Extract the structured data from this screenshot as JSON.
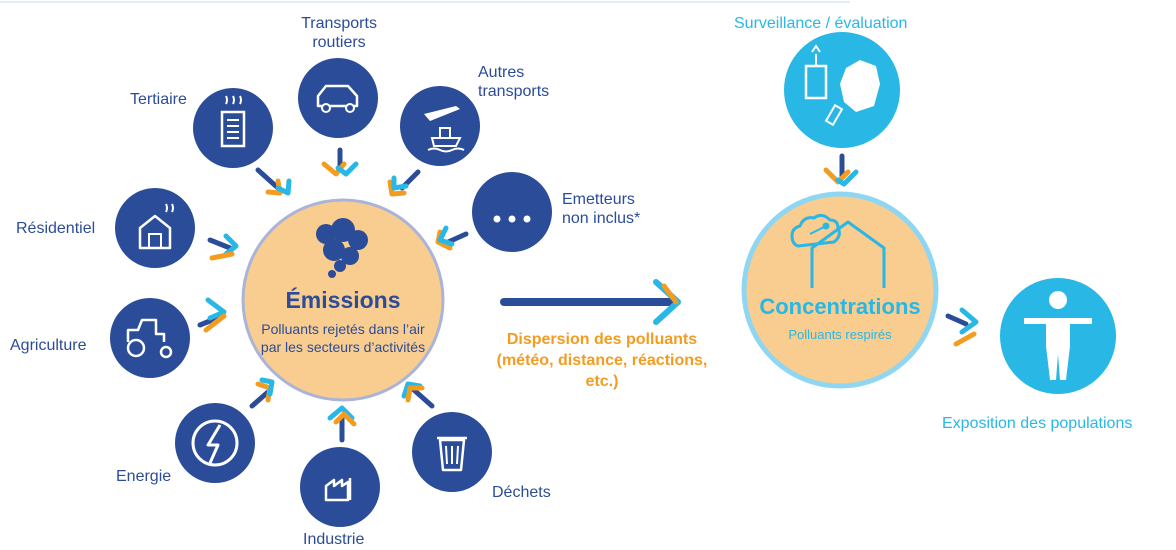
{
  "colors": {
    "navy": "#2b4c98",
    "cyan": "#29b7e6",
    "orange": "#f39c1f",
    "peach": "#f9cd8f",
    "ring": "#aab4d9",
    "light_ring": "#8fd6f2",
    "white": "#ffffff"
  },
  "sources": [
    {
      "id": "tertiaire",
      "label": "Tertiaire",
      "icon": "building-icon"
    },
    {
      "id": "transports-routiers",
      "label": "Transports\nroutiers",
      "icon": "car-icon"
    },
    {
      "id": "autres-transports",
      "label": "Autres\ntransports",
      "icon": "plane-ship-icon"
    },
    {
      "id": "emetteurs",
      "label": "Emetteurs\nnon inclus*",
      "icon": "ellipsis-icon"
    },
    {
      "id": "residentiel",
      "label": "Résidentiel",
      "icon": "house-icon"
    },
    {
      "id": "agriculture",
      "label": "Agriculture",
      "icon": "tractor-icon"
    },
    {
      "id": "energie",
      "label": "Energie",
      "icon": "energy-icon"
    },
    {
      "id": "industrie",
      "label": "Industrie",
      "icon": "factory-icon"
    },
    {
      "id": "dechets",
      "label": "Déchets",
      "icon": "trash-icon"
    }
  ],
  "emissions": {
    "title": "Émissions",
    "description": "Polluants rejetés dans l’air par les secteurs d’activités",
    "icon": "smoke-cloud-icon"
  },
  "dispersion": {
    "label": "Dispersion des polluants (météo, distance, réactions, etc.)"
  },
  "surveillance": {
    "label": "Surveillance / évaluation",
    "icon": "monitoring-station-icon"
  },
  "concentrations": {
    "title": "Concentrations",
    "subtitle": "Polluants respirés",
    "icon": "cloud-house-icon"
  },
  "exposition": {
    "label": "Exposition des populations",
    "icon": "person-icon"
  }
}
